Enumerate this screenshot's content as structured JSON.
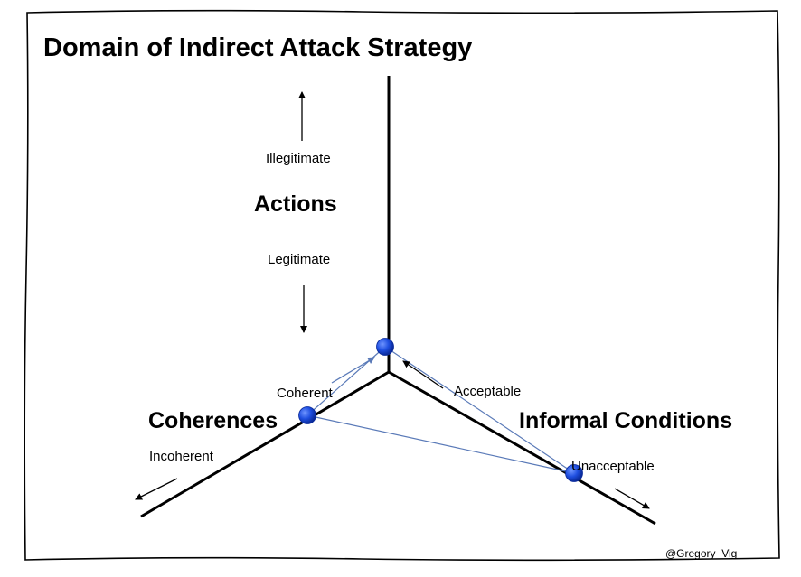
{
  "title": "Domain of Indirect Attack Strategy",
  "axes": {
    "actions": {
      "name": "Actions",
      "pole_high": "Illegitimate",
      "pole_low": "Legitimate"
    },
    "coherences": {
      "name": "Coherences",
      "pole_inner": "Coherent",
      "pole_outer": "Incoherent"
    },
    "informal_conditions": {
      "name": "Informal Conditions",
      "pole_inner": "Acceptable",
      "pole_outer": "Unacceptable"
    }
  },
  "colors": {
    "node": "#1f4fe0",
    "triangle": "#5a7ab8",
    "axis": "#000000"
  },
  "credit": "@Gregory_Vig"
}
